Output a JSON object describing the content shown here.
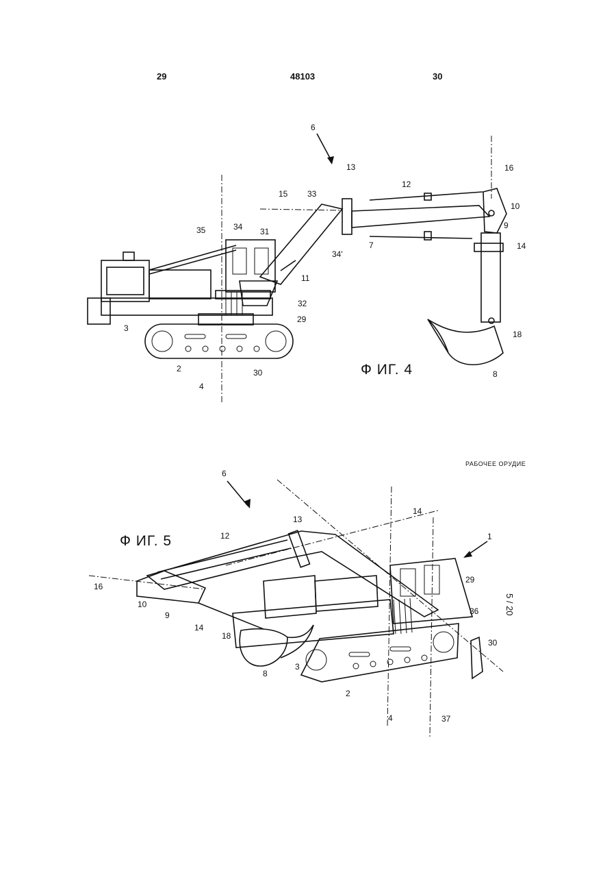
{
  "header": {
    "left_page": "29",
    "center_number": "48103",
    "right_page": "30"
  },
  "figures": [
    {
      "title": "Ф ИГ. 4",
      "arrow_label": "6",
      "labels": [
        "16",
        "13",
        "15",
        "33",
        "12",
        "10",
        "9",
        "34",
        "31",
        "35",
        "7",
        "34'",
        "14",
        "11",
        "32",
        "29",
        "18",
        "3",
        "2",
        "30",
        "8",
        "4"
      ]
    },
    {
      "title": "Ф ИГ. 5",
      "caption": "РАБОЧЕЕ ОРУДИЕ",
      "arrow_label": "6",
      "labels": [
        "13",
        "14",
        "12",
        "1",
        "16",
        "10",
        "9",
        "14",
        "29",
        "36",
        "18",
        "30",
        "3",
        "8",
        "2",
        "4",
        "37"
      ]
    }
  ],
  "sheet_number": "5 / 20"
}
